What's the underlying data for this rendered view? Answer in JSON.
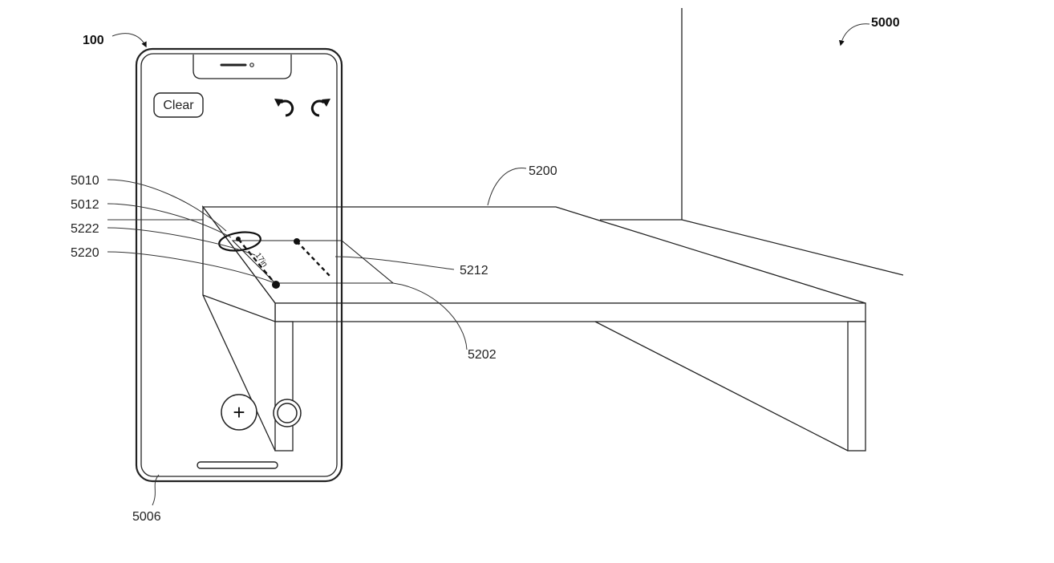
{
  "figure_labels": {
    "scene": "5000",
    "device": "100",
    "table": "5200",
    "measurement_line": "5212",
    "table_edge": "5202",
    "touch_screen": "5006",
    "reticle": "5010",
    "focus_point": "5012",
    "measurement_label": "5222",
    "measurement_point": "5220"
  },
  "device_ui": {
    "clear_button": "Clear",
    "measurement_value": "17in",
    "add_button": "+"
  }
}
